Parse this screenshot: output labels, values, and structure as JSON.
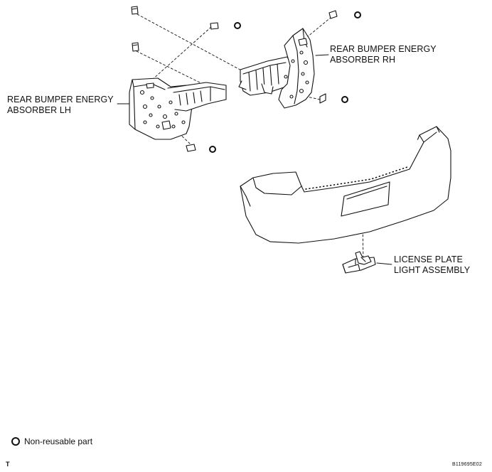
{
  "labels": {
    "absorber_lh": [
      "REAR BUMPER ENERGY",
      "ABSORBER LH"
    ],
    "absorber_rh": [
      "REAR BUMPER ENERGY",
      "ABSORBER RH"
    ],
    "license_light": [
      "LICENSE PLATE",
      "LIGHT ASSEMBLY"
    ]
  },
  "legend": {
    "symbol": "non-reusable-part-icon",
    "text": "Non-reusable part"
  },
  "corner_mark": "T",
  "figure_code": "B119695E02",
  "colors": {
    "ink": "#111111",
    "paper": "#ffffff",
    "shade": "#dcdcdc"
  }
}
